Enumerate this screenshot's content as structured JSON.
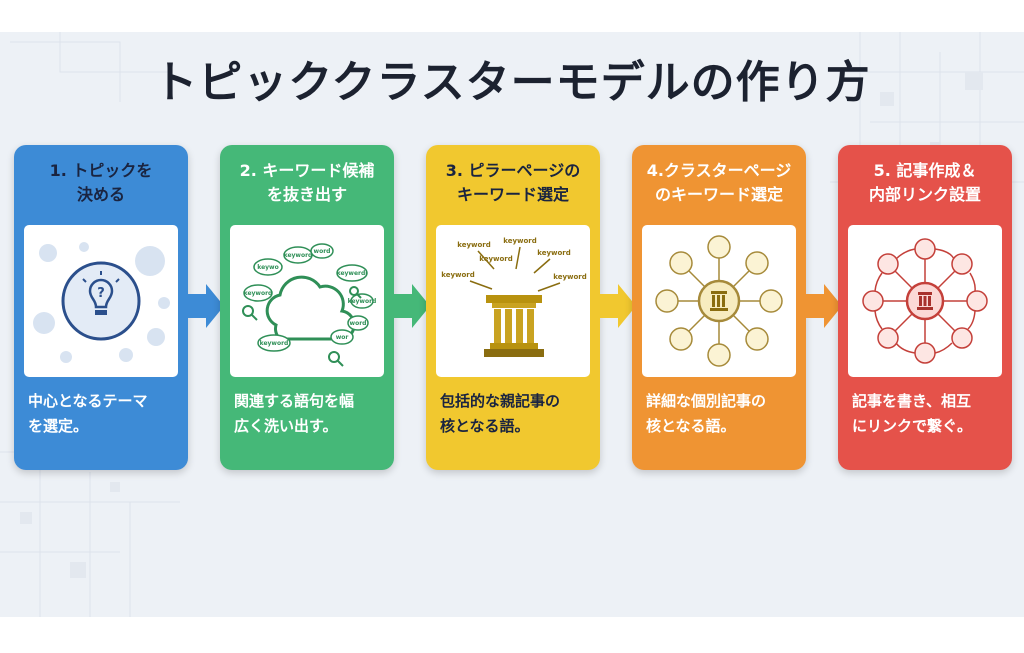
{
  "title": "トピッククラスターモデルの作り方",
  "steps": [
    {
      "title": "1. トピックを\n決める",
      "description": "中心となるテーマ\nを選定。",
      "color": "#3d8bd6",
      "title_color": "#1a2440"
    },
    {
      "title": "2. キーワード候補\nを抜き出す",
      "description": "関連する語句を幅\n広く洗い出す。",
      "color": "#45b878",
      "title_color": "#ffffff"
    },
    {
      "title": "3. ピラーページの\nキーワード選定",
      "description": "包括的な親記事の\n核となる語。",
      "color": "#f1c82f",
      "title_color": "#1a2440"
    },
    {
      "title": "4.クラスターページ\nのキーワード選定",
      "description": "詳細な個別記事の\n核となる語。",
      "color": "#ef9433",
      "title_color": "#ffffff"
    },
    {
      "title": "5. 記事作成＆\n内部リンク設置",
      "description": "記事を書き、相互\nにリンクで繋ぐ。",
      "color": "#e5524a",
      "title_color": "#ffffff"
    }
  ],
  "arrow_colors": [
    "#3d8bd6",
    "#45b878",
    "#f1c82f",
    "#ef9433"
  ],
  "icons": [
    "question-lightbulb-icon",
    "keyword-cloud-icon",
    "pillar-keywords-icon",
    "cluster-hub-icon",
    "linked-articles-icon"
  ],
  "cloud_labels": [
    "keywo",
    "keyword",
    "word",
    "keywerdi",
    "keyword",
    "keyword",
    "keyword",
    "wor",
    "word"
  ],
  "pillar_labels": [
    "keyword",
    "keyword",
    "keyword",
    "keyword",
    "keyword",
    "keyword"
  ]
}
